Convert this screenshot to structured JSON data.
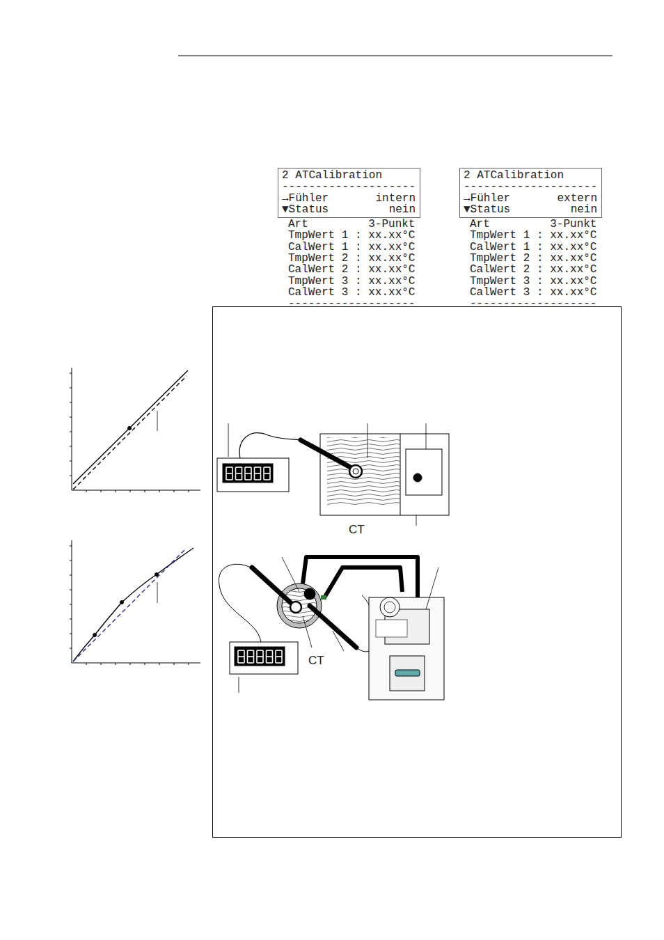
{
  "diagram": {
    "nodes": [
      {
        "text": [
          "2 ATCalibration",
          "--------------------",
          "→Fühler       intern",
          "▼Status         nein"
        ]
      },
      {
        "text": [
          "2 ATCalibration",
          "--------------------",
          "→Fühler       extern",
          "▼Status         nein"
        ]
      }
    ],
    "labels": [
      "Art         3-Punkt",
      "TmpWert 1 : xx.xx°C",
      "CalWert 1 : xx.xx°C",
      "TmpWert 2 : xx.xx°C",
      "CalWert 2 : xx.xx°C",
      "TmpWert 3 : xx.xx°C",
      "CalWert 3 : xx.xx°C",
      "-------------------",
      "Art         3-Punkt",
      "TmpWert 1 : xx.xx°C",
      "CalWert 1 : xx.xx°C",
      "TmpWert 2 : xx.xx°C",
      "CalWert 2 : xx.xx°C",
      "TmpWert 3 : xx.xx°C",
      "CalWert 3 : xx.xx°C",
      "-------------------",
      "CT",
      "CT"
    ]
  }
}
